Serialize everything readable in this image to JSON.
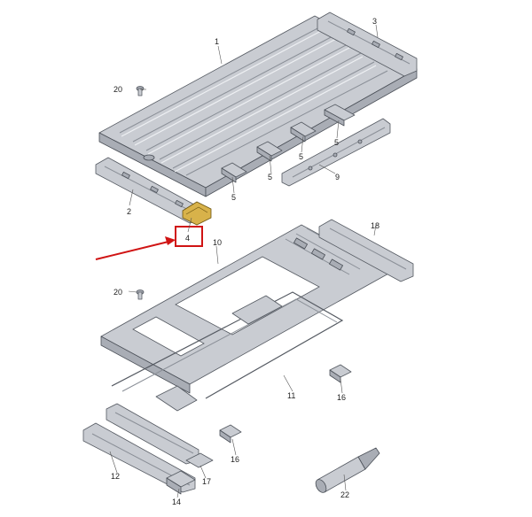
{
  "diagram": {
    "callouts": [
      {
        "id": "c1",
        "text": "1"
      },
      {
        "id": "c2",
        "text": "2"
      },
      {
        "id": "c3",
        "text": "3"
      },
      {
        "id": "c4",
        "text": "4"
      },
      {
        "id": "c5a",
        "text": "5"
      },
      {
        "id": "c5b",
        "text": "5"
      },
      {
        "id": "c5c",
        "text": "5"
      },
      {
        "id": "c5d",
        "text": "5"
      },
      {
        "id": "c9",
        "text": "9"
      },
      {
        "id": "c10",
        "text": "10"
      },
      {
        "id": "c11",
        "text": "11"
      },
      {
        "id": "c12",
        "text": "12"
      },
      {
        "id": "c14",
        "text": "14"
      },
      {
        "id": "c16a",
        "text": "16"
      },
      {
        "id": "c16b",
        "text": "16"
      },
      {
        "id": "c17",
        "text": "17"
      },
      {
        "id": "c18",
        "text": "18"
      },
      {
        "id": "c20a",
        "text": "20"
      },
      {
        "id": "c20b",
        "text": "20"
      },
      {
        "id": "c22",
        "text": "22"
      }
    ],
    "highlight": {
      "part_label": "4",
      "box_color": "#d01414",
      "part_color": "#d8b24a"
    },
    "colors": {
      "panel": "#c9ccd2",
      "outline": "#555a62",
      "arrow": "#d01414"
    }
  }
}
